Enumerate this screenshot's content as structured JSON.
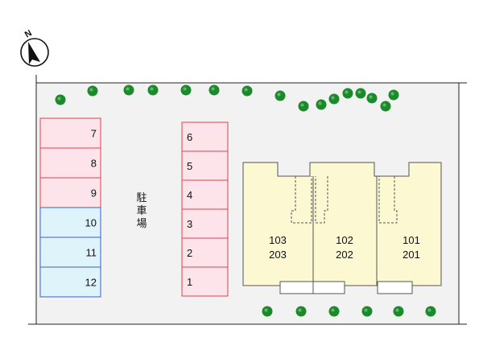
{
  "compass": {
    "letter": "N",
    "icon": "north-arrow-icon"
  },
  "parking": {
    "label": "駐車場",
    "left_column": [
      {
        "label": "7",
        "kind": "pink"
      },
      {
        "label": "8",
        "kind": "pink"
      },
      {
        "label": "9",
        "kind": "pink"
      },
      {
        "label": "10",
        "kind": "blue"
      },
      {
        "label": "11",
        "kind": "blue"
      },
      {
        "label": "12",
        "kind": "blue"
      }
    ],
    "middle_column": [
      {
        "label": "6",
        "kind": "pink"
      },
      {
        "label": "5",
        "kind": "pink"
      },
      {
        "label": "4",
        "kind": "pink"
      },
      {
        "label": "3",
        "kind": "pink"
      },
      {
        "label": "2",
        "kind": "pink"
      },
      {
        "label": "1",
        "kind": "pink"
      }
    ]
  },
  "building": {
    "units": [
      {
        "upper": "103",
        "lower": "203"
      },
      {
        "upper": "102",
        "lower": "202"
      },
      {
        "upper": "101",
        "lower": "201"
      }
    ]
  },
  "colors": {
    "pink_fill": "#fde4ea",
    "pink_stroke": "#e0404e",
    "blue_fill": "#dff3fb",
    "blue_stroke": "#3a5fc8",
    "building_fill": "#fcf8d2",
    "building_stroke": "#555555",
    "site_fill": "#f2f2f2",
    "tree": "#1b8a2a"
  }
}
